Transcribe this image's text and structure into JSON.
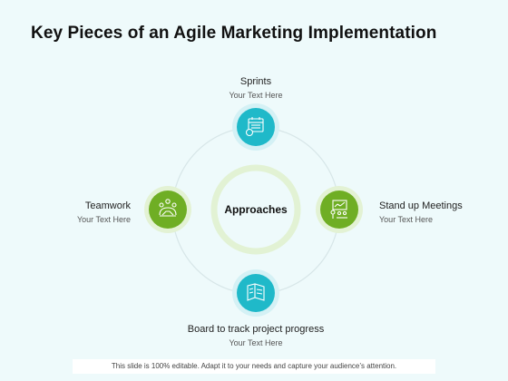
{
  "title": "Key Pieces of an Agile Marketing Implementation",
  "center": {
    "label": "Approaches"
  },
  "nodes": {
    "top": {
      "name": "Sprints",
      "sub": "Your Text Here",
      "icon": "calendar-gear-icon",
      "color": "#1fb9c9"
    },
    "right": {
      "name": "Stand up Meetings",
      "sub": "Your Text Here",
      "icon": "presentation-meeting-icon",
      "color": "#6fae24"
    },
    "bottom": {
      "name": "Board to track project progress",
      "sub": "Your Text Here",
      "icon": "progress-board-icon",
      "color": "#1fb9c9"
    },
    "left": {
      "name": "Teamwork",
      "sub": "Your Text Here",
      "icon": "team-handshake-icon",
      "color": "#6fae24"
    }
  },
  "footer": "This slide is 100% editable. Adapt it to your needs and capture your audience’s attention."
}
